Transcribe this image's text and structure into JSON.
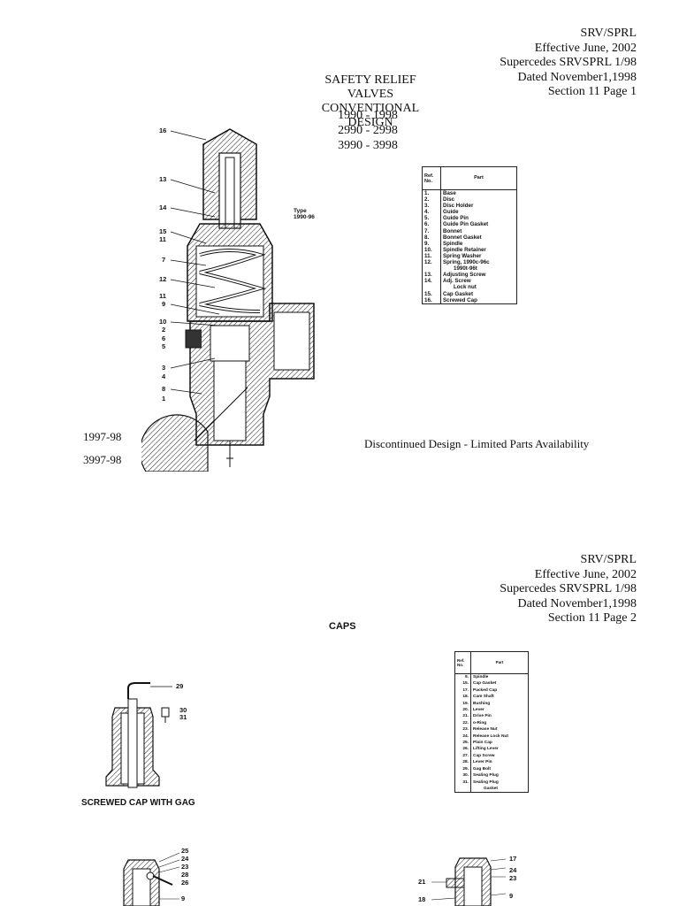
{
  "page1": {
    "header": [
      "SRV/SPRL",
      "Effective June, 2002",
      "Supercedes SRVSPRL 1/98",
      "Dated November1,1998",
      "Section 11 Page 1"
    ],
    "title": [
      "SAFETY RELIEF VALVES",
      "CONVENTIONAL DESIGN"
    ],
    "models": [
      "1990 - 1998",
      "2990 - 2998",
      "3990 - 3998"
    ],
    "type_label": [
      "Type",
      "1990-96"
    ],
    "callouts": [
      "16",
      "13",
      "14",
      "15",
      "11",
      "7",
      "12",
      "11",
      "9",
      "10",
      "2",
      "6",
      "5",
      "3",
      "4",
      "8",
      "1"
    ],
    "variant_labels": [
      "1997-98",
      "3997-98"
    ],
    "note": "Discontinued Design - Limited Parts Availability",
    "parts_table": {
      "headers": [
        "Ref. No.",
        "Part"
      ],
      "rows": [
        [
          "1.",
          "Base"
        ],
        [
          "2.",
          "Disc"
        ],
        [
          "3.",
          "Disc Holder"
        ],
        [
          "4.",
          "Guide"
        ],
        [
          "5.",
          "Guide Pin"
        ],
        [
          "6.",
          "Guide Pin Gasket"
        ],
        [
          "7.",
          "Bonnet"
        ],
        [
          "8.",
          "Bonnet Gasket"
        ],
        [
          "9.",
          "Spindle"
        ],
        [
          "10.",
          "Spindle Retainer"
        ],
        [
          "11.",
          "Spring Washer"
        ],
        [
          "12.",
          "Spring, 1990c-96c"
        ],
        [
          "",
          "1990t-96t"
        ],
        [
          "13.",
          "Adjusting Screw"
        ],
        [
          "14.",
          "Adj. Screw"
        ],
        [
          "",
          "Lock nut"
        ],
        [
          "15.",
          "Cap Gasket"
        ],
        [
          "16.",
          "Screwed Cap"
        ]
      ]
    }
  },
  "page2": {
    "header": [
      "SRV/SPRL",
      "Effective June, 2002",
      "Supercedes SRVSPRL 1/98",
      "Dated November1,1998",
      "Section 11 Page 2"
    ],
    "section_title": "CAPS",
    "fig_caption": "SCREWED CAP WITH GAG",
    "fig1_callouts": [
      "29",
      "30",
      "31"
    ],
    "fig2_callouts": [
      "25",
      "24",
      "23",
      "28",
      "26",
      "9"
    ],
    "fig3_callouts": [
      "17",
      "24",
      "23",
      "21",
      "18",
      "9"
    ],
    "parts_table": {
      "headers": [
        "Ref. No.",
        "Part"
      ],
      "rows": [
        [
          "9.",
          "Spindle"
        ],
        [
          "15.",
          "Cap Gasket"
        ],
        [
          "17.",
          "Packed Cap"
        ],
        [
          "18.",
          "Cam Shaft"
        ],
        [
          "19.",
          "Bushing"
        ],
        [
          "20.",
          "Lever"
        ],
        [
          "21.",
          "Drive Pin"
        ],
        [
          "22.",
          "o-Ring"
        ],
        [
          "23.",
          "Release Nut"
        ],
        [
          "24.",
          "Release Lock Nut"
        ],
        [
          "25.",
          "Plain Cap"
        ],
        [
          "26.",
          "Lifting Lever"
        ],
        [
          "27.",
          "Cap Screw"
        ],
        [
          "28.",
          "Lever Pin"
        ],
        [
          "29.",
          "Gag Bolt"
        ],
        [
          "30.",
          "Sealing Plug"
        ],
        [
          "31.",
          "Sealing Plug"
        ],
        [
          "",
          "Gasket"
        ]
      ]
    }
  }
}
